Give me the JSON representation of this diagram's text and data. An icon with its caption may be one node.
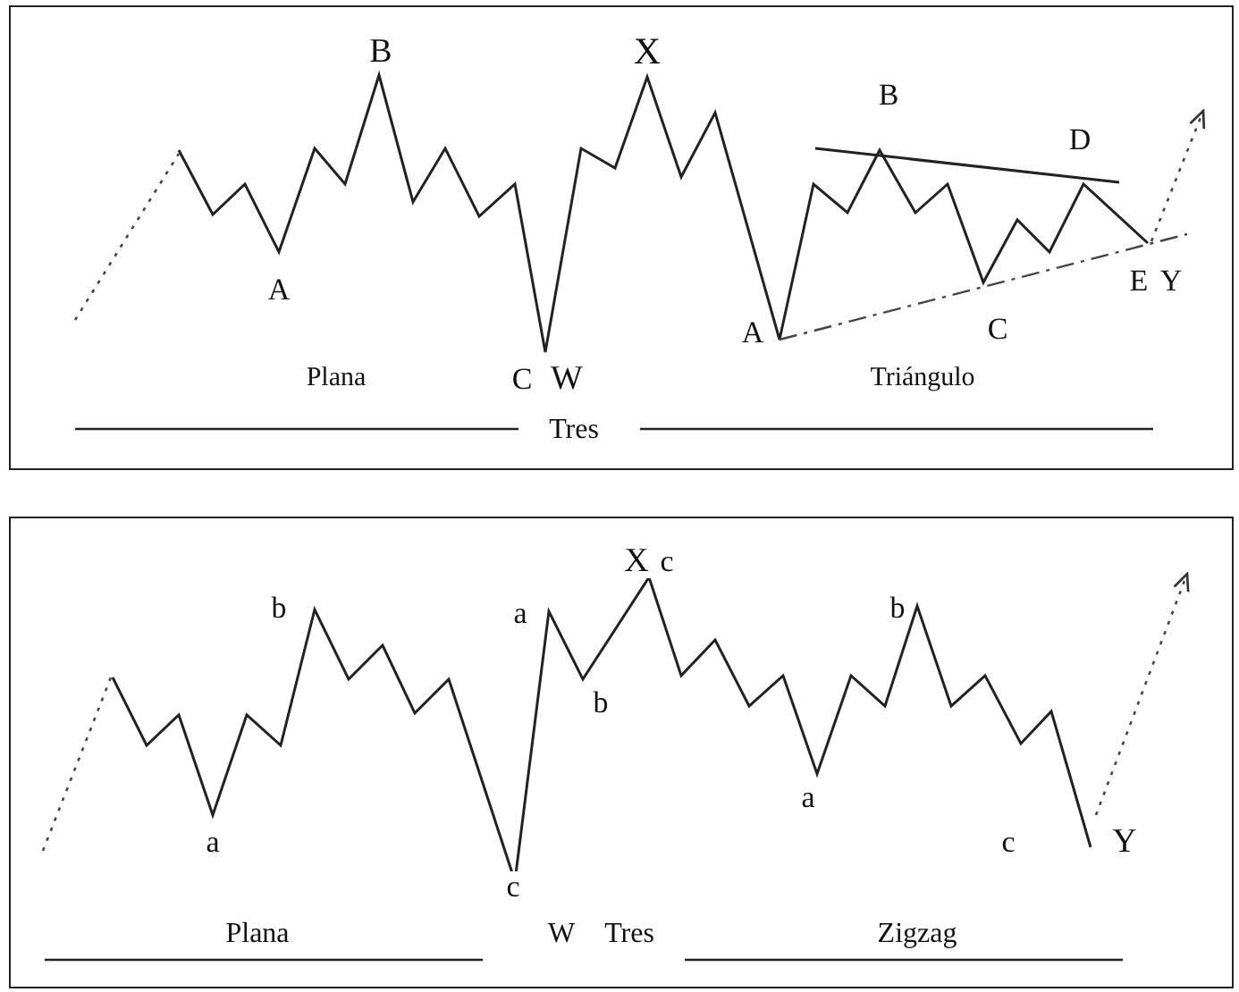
{
  "diagram": {
    "nodes": [
      {
        "text": [
          "B",
          "X",
          "B",
          "D",
          "A",
          "E",
          "Y",
          "C",
          "A",
          "Plana",
          "C",
          "W",
          "Triángulo",
          "Tres"
        ]
      },
      {
        "text": [
          "X",
          "c",
          "b",
          "a",
          "b",
          "b",
          "a",
          "a",
          "c",
          "Y",
          "c",
          "Plana",
          "W",
          "Tres",
          "Zigzag"
        ]
      }
    ]
  }
}
